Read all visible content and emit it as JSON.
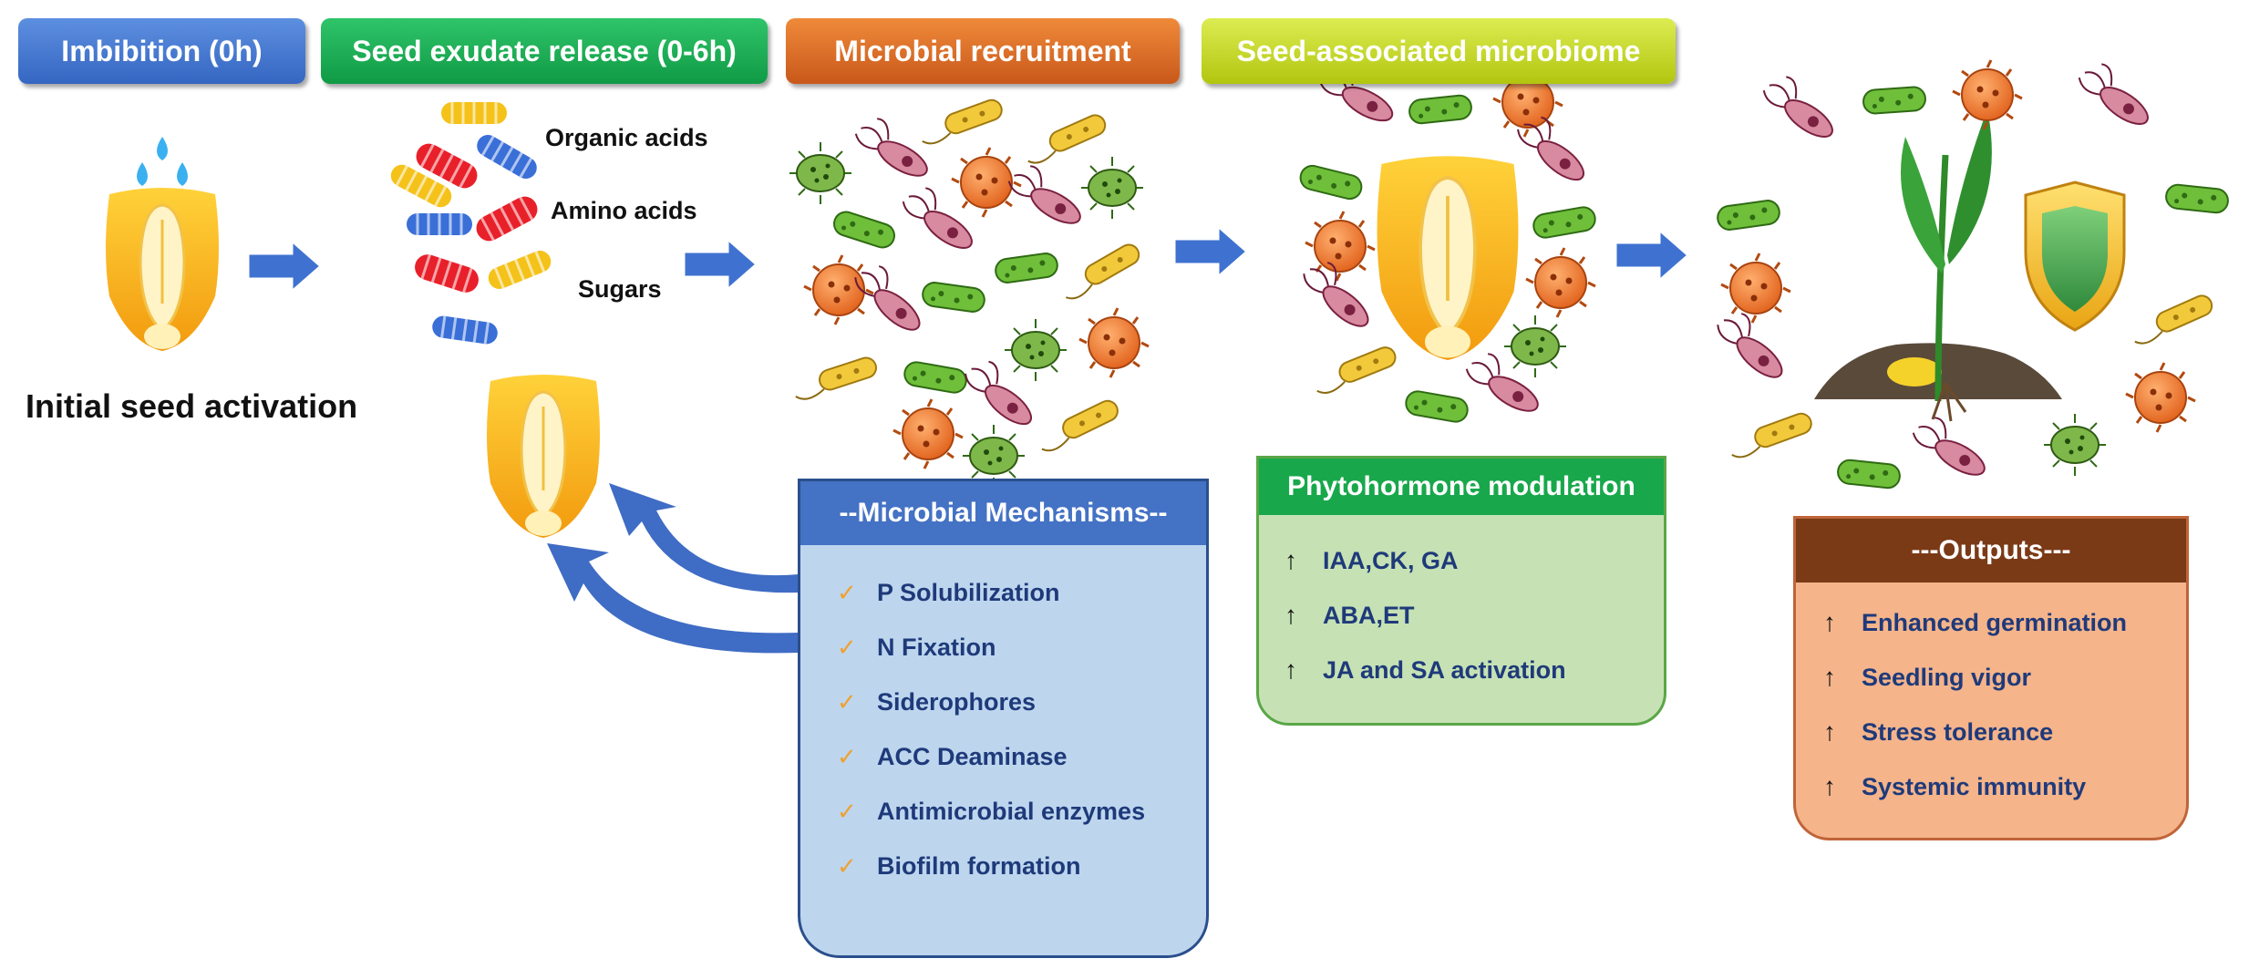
{
  "stages": [
    "Imbibition (0h)",
    "Seed exudate release (0-6h)",
    "Microbial recruitment",
    "Seed-associated microbiome"
  ],
  "initial_label": "Initial seed activation",
  "exudates": [
    "Organic acids",
    "Amino acids",
    "Sugars"
  ],
  "mechanisms": {
    "title": "--Microbial Mechanisms--",
    "items": [
      "P Solubilization",
      "N Fixation",
      "Siderophores",
      "ACC Deaminase",
      "Antimicrobial enzymes",
      "Biofilm formation"
    ]
  },
  "phytohormone": {
    "title": "Phytohormone modulation",
    "items": [
      "IAA,CK, GA",
      "ABA,ET",
      "JA and SA activation"
    ]
  },
  "outputs": {
    "title": "---Outputs---",
    "items": [
      "Enhanced germination",
      "Seedling vigor",
      "Stress tolerance",
      "Systemic immunity"
    ]
  },
  "symbols": {
    "check": "✓",
    "up_arrow": "↑"
  },
  "icons": [
    "water-drop-icon",
    "seed-icon",
    "bacteria-icon",
    "shield-icon",
    "seedling-icon",
    "flow-arrow-icon"
  ],
  "colors": {
    "imbibition": "#3f72d0",
    "exudate": "#1aae52",
    "recruitment": "#dc6a25",
    "microbiome": "#c2d42a",
    "mechanisms": "#4472c4",
    "phytohormone": "#18a84b",
    "outputs": "#7a3a16"
  }
}
